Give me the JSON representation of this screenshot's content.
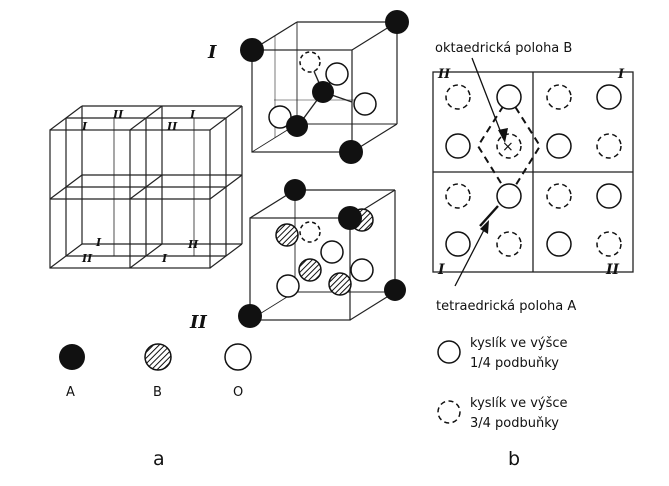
{
  "roman": {
    "one": "I",
    "two": "II"
  },
  "legend_a": {
    "a_label": "A",
    "b_label": "B",
    "o_label": "O",
    "caption": "a"
  },
  "annotations_b": {
    "octa": "oktaedrická poloha B",
    "tetra": "tetraedrická poloha A",
    "cross": "×"
  },
  "legend_b": {
    "solid_line1": "kyslík ve výšce",
    "solid_line2": "1/4 podbuňky",
    "dashed_line1": "kyslík ve výšce",
    "dashed_line2": "3/4 podbuňky",
    "caption": "b"
  }
}
